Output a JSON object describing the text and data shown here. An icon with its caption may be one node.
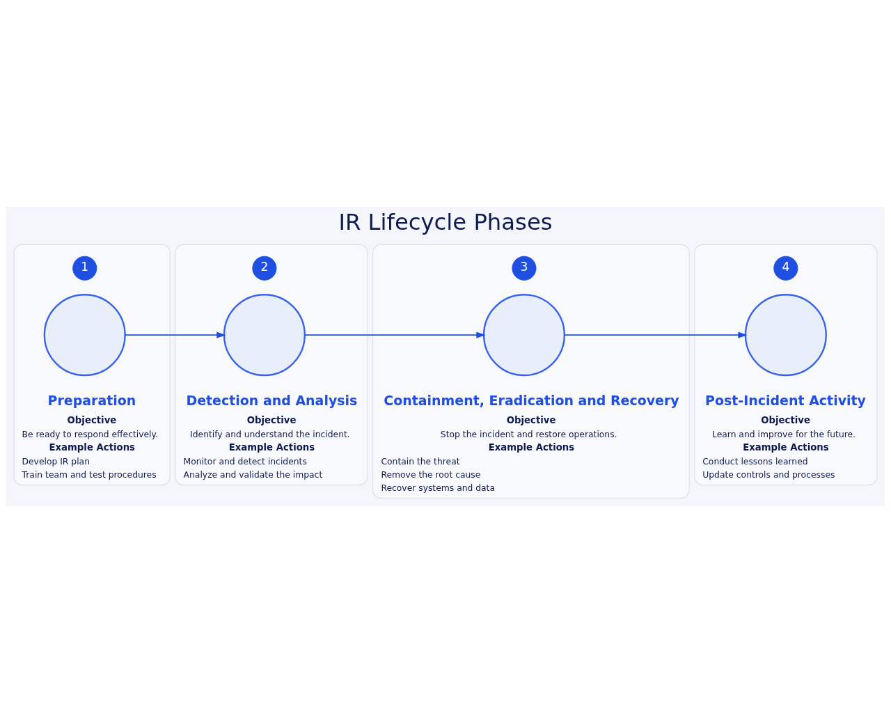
{
  "diagram": {
    "title": "IR Lifecycle Phases",
    "nodes": [
      {
        "text": [
          "Preparation",
          "Objective",
          "Be ready to respond effectively.",
          "Example Actions",
          "Develop IR plan",
          "Train team and test procedures"
        ]
      },
      {
        "text": [
          "1"
        ],
        "in": 0
      },
      {
        "text": [],
        "shape": "circle",
        "in": 0
      },
      {
        "text": [
          "Detection and Analysis",
          "Objective",
          "Identify and understand the incident.",
          "Example Actions",
          "Monitor and detect incidents",
          "Analyze and validate the impact"
        ]
      },
      {
        "text": [
          "2"
        ],
        "in": 3
      },
      {
        "text": [],
        "shape": "circle",
        "in": 3
      },
      {
        "text": [
          "Containment, Eradication and Recovery",
          "Objective",
          "Stop the incident and restore operations.",
          "Example Actions",
          "Contain the threat",
          "Remove the root cause",
          "Recover systems and data"
        ]
      },
      {
        "text": [
          "3"
        ],
        "in": 6
      },
      {
        "text": [],
        "shape": "circle",
        "in": 6
      },
      {
        "text": [
          "Post-Incident Activity",
          "Objective",
          "Learn and improve for the future.",
          "Example Actions",
          "Conduct lessons learned",
          "Update controls and processes"
        ]
      },
      {
        "text": [
          "4"
        ],
        "in": 9
      },
      {
        "text": [],
        "shape": "circle",
        "in": 9
      }
    ],
    "edges": [
      {
        "from": 2,
        "to": 5,
        "arrow": "to"
      },
      {
        "from": 5,
        "to": 8,
        "arrow": "to"
      },
      {
        "from": 8,
        "to": 11,
        "arrow": "to"
      }
    ]
  }
}
